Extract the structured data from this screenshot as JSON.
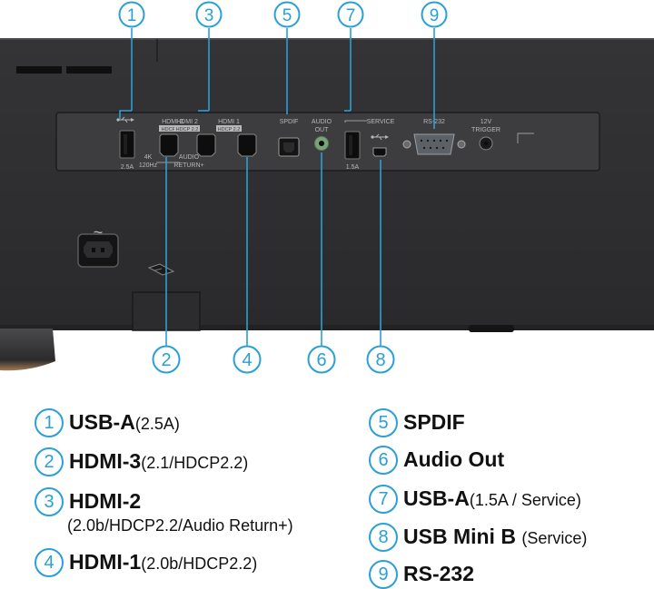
{
  "panel_labels": {
    "hdmi3": "HDMI 3",
    "hdmi3_badge": "HDCP 2.2",
    "hdmi2": "HDMI 2",
    "hdmi2_badge": "HDCP 2.2",
    "hdmi1": "HDMI 1",
    "hdmi1_badge": "HDCP 2.2",
    "spdif": "SPDIF",
    "audio_out_line1": "AUDIO",
    "audio_out_line2": "OUT",
    "service": "SERVICE",
    "rs232": "RS-232",
    "trigger_line1": "12V",
    "trigger_line2": "TRIGGER",
    "usb_current_left": "2.5A",
    "usb_current_right": "1.5A",
    "res_line1": "4K",
    "res_line2": "120Hz",
    "arc_line1": "AUDIO",
    "arc_line2": "RETURN+",
    "power_symbol": "~"
  },
  "callouts": [
    {
      "num": "1"
    },
    {
      "num": "2"
    },
    {
      "num": "3"
    },
    {
      "num": "4"
    },
    {
      "num": "5"
    },
    {
      "num": "6"
    },
    {
      "num": "7"
    },
    {
      "num": "8"
    },
    {
      "num": "9"
    }
  ],
  "legend": {
    "item1": {
      "num": "1",
      "name": "USB-A",
      "spec": "(2.5A)"
    },
    "item2": {
      "num": "2",
      "name": "HDMI-3",
      "spec": "(2.1/HDCP2.2)"
    },
    "item3": {
      "num": "3",
      "name": "HDMI-2",
      "sub": "(2.0b/HDCP2.2/Audio Return+)"
    },
    "item4": {
      "num": "4",
      "name": "HDMI-1",
      "spec": "(2.0b/HDCP2.2)"
    },
    "item5": {
      "num": "5",
      "name": "SPDIF"
    },
    "item6": {
      "num": "6",
      "name": "Audio Out"
    },
    "item7": {
      "num": "7",
      "name": "USB-A",
      "spec": "(1.5A / Service)"
    },
    "item8": {
      "num": "8",
      "name": "USB Mini B",
      "spec": "(Service)"
    },
    "item9": {
      "num": "9",
      "name": "RS-232"
    }
  },
  "colors": {
    "accent": "#2a9fd8",
    "body": "#2f2f31",
    "panel": "#3d3d40",
    "label": "#b8b8b8"
  }
}
